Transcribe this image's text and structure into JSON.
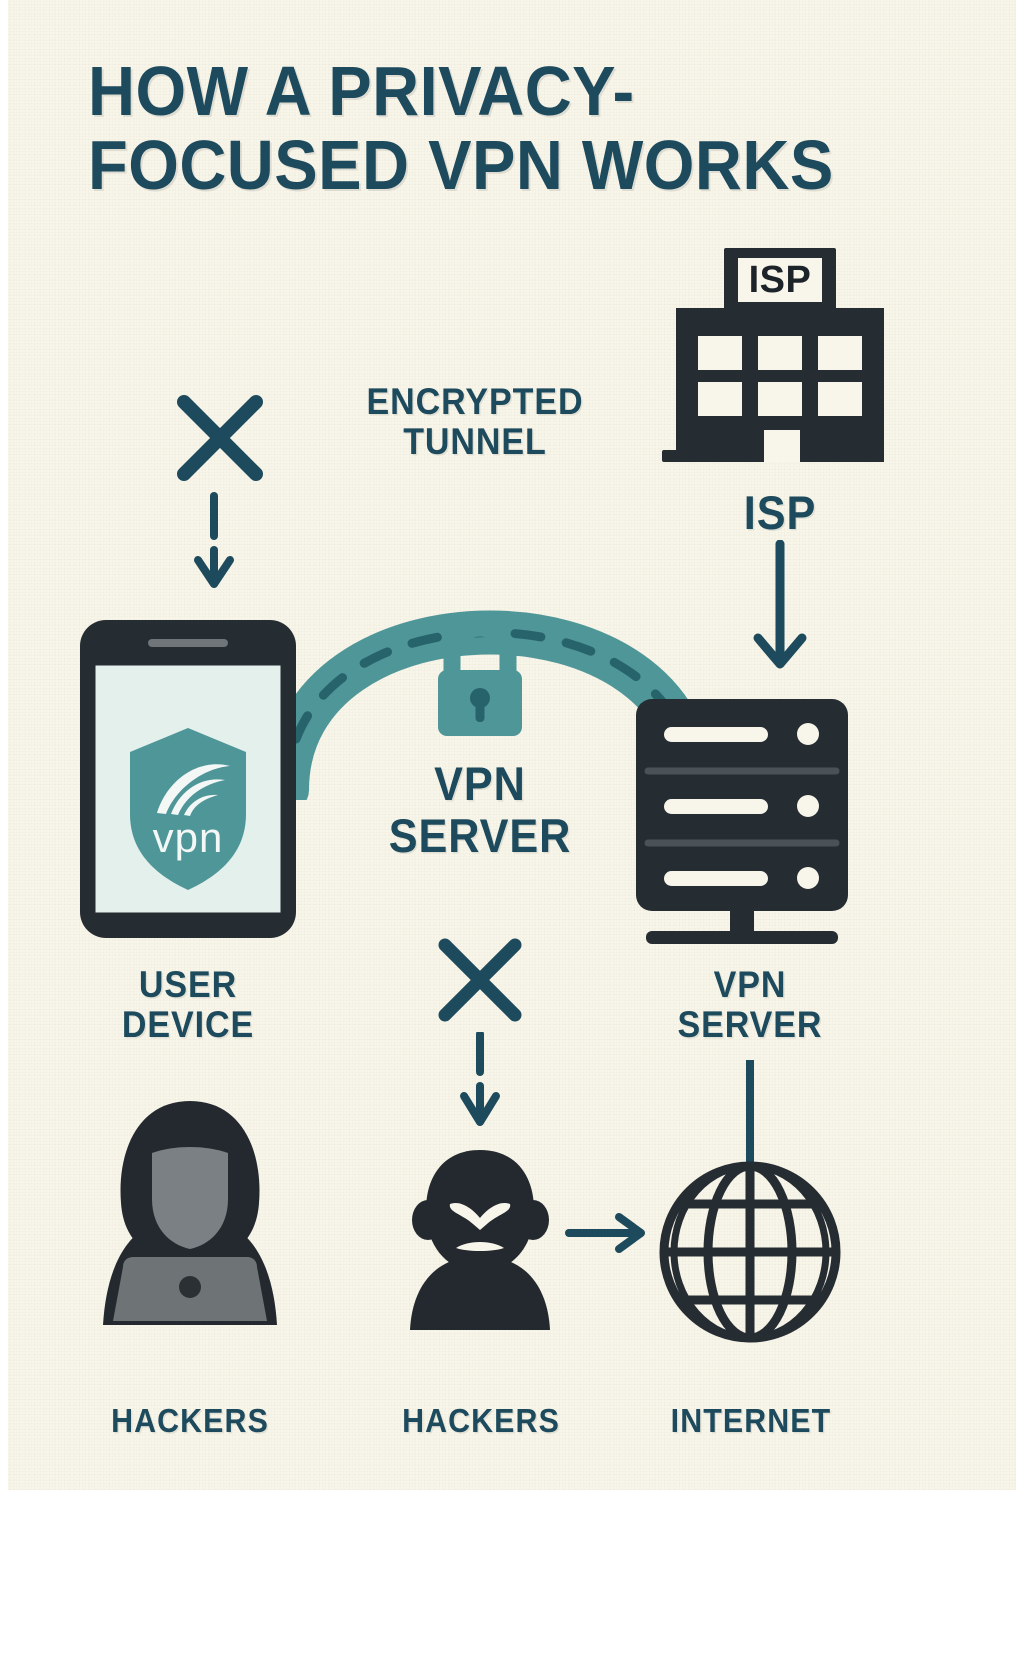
{
  "theme": {
    "background": "#f8f5ea",
    "page_background": "#ffffff",
    "title_color": "#1d4a5c",
    "accent_teal": "#4f9698",
    "accent_teal_dark": "#27636b",
    "charcoal": "#262d32",
    "screen_mint": "#e3f0ec",
    "laptop_grey": "#6e7376",
    "face_grey": "#7b8084"
  },
  "title": {
    "line1": "HOW A PRIVACY-",
    "line2": "FOCUSED VPN WORKS"
  },
  "tunnel": {
    "label_line1": "ENCRYPTED",
    "label_line2": "TUNNEL",
    "lock_icon": "padlock-icon"
  },
  "nodes": {
    "isp": {
      "sign_text": "ISP",
      "label": "ISP",
      "icon": "office-building-icon"
    },
    "user_device": {
      "label_line1": "USER",
      "label_line2": "DEVICE",
      "icon": "smartphone-icon",
      "screen_badge": "vpn",
      "shield_icon": "vpn-shield-icon"
    },
    "vpn_server_center": {
      "label_line1": "VPN",
      "label_line2": "SERVER"
    },
    "vpn_server_right": {
      "label_line1": "VPN",
      "label_line2": "SERVER",
      "icon": "server-rack-icon"
    },
    "hackers_left": {
      "label": "HACKERS",
      "icon": "hooded-hacker-laptop-icon"
    },
    "hackers_center": {
      "label": "HACKERS",
      "icon": "angry-person-icon"
    },
    "internet": {
      "label": "INTERNET",
      "icon": "globe-icon"
    }
  },
  "connectors": {
    "blocked_top_left": "x-mark",
    "blocked_center": "x-mark",
    "isp_to_server": "down-arrow",
    "hacker_to_internet": "right-arrow",
    "server_to_internet": "vertical-line"
  }
}
